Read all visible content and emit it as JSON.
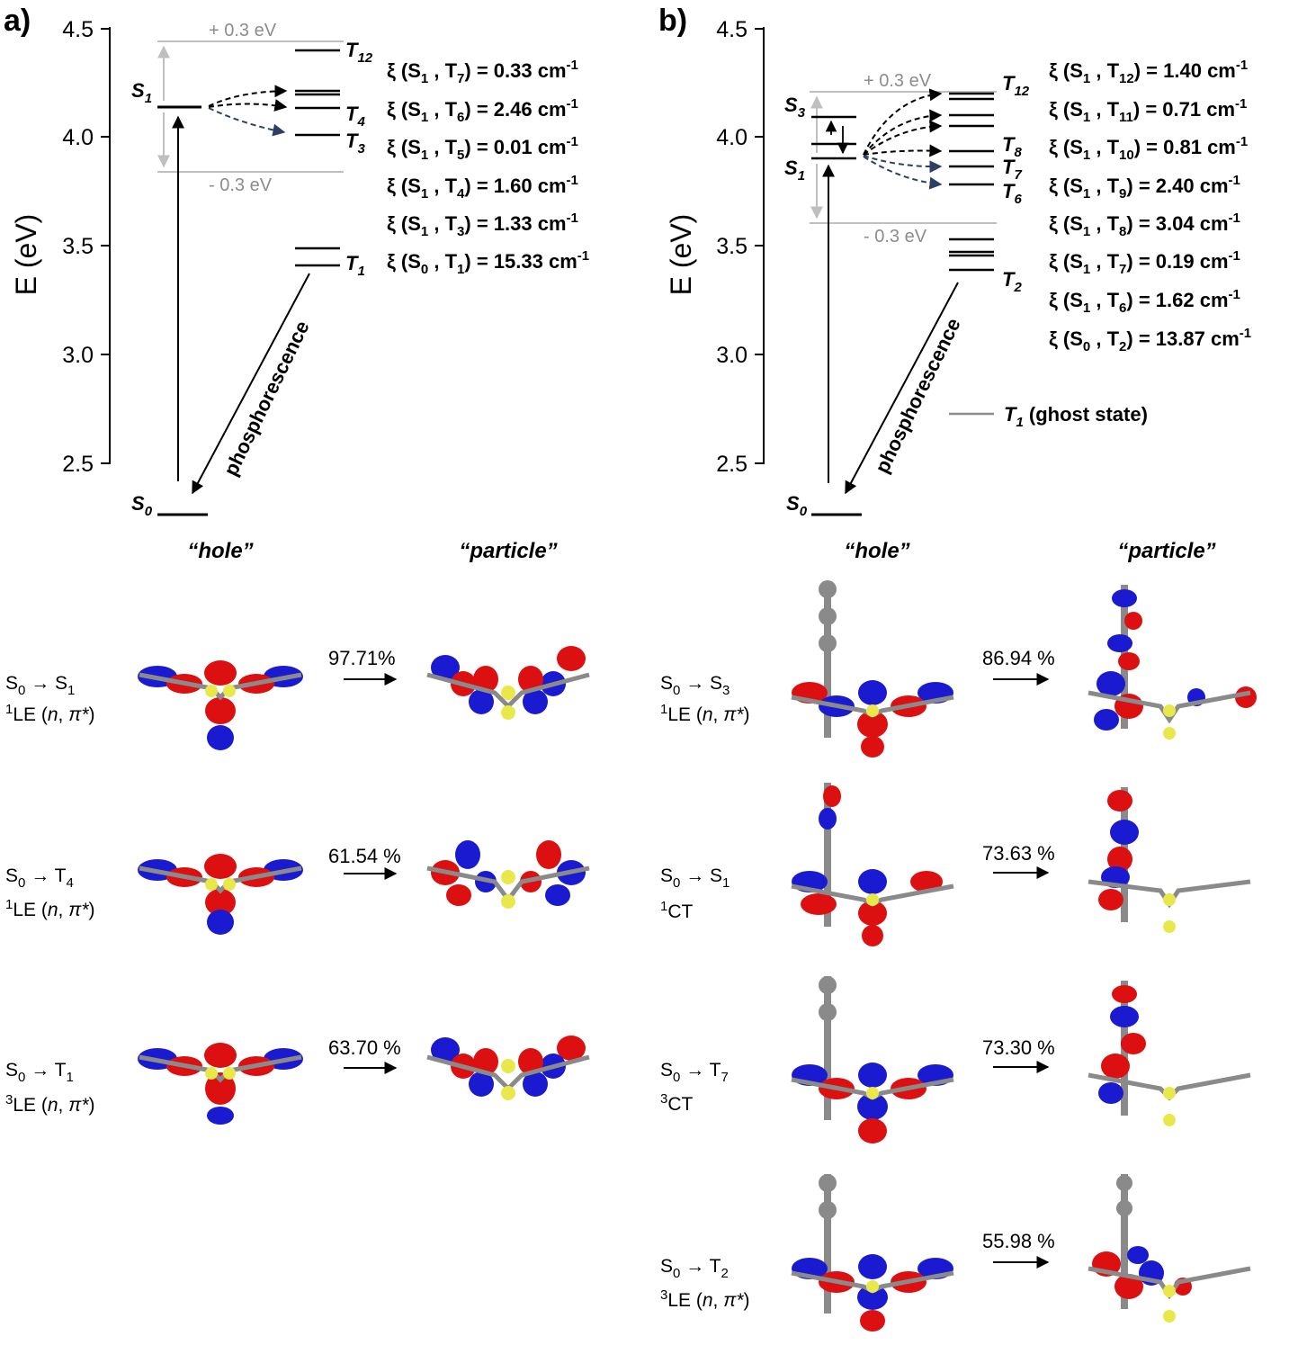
{
  "panel_a": {
    "label": "a)",
    "axis": {
      "title": "E (eV)",
      "ticks": [
        "4.5",
        "4.0",
        "3.5",
        "3.0",
        "2.5"
      ],
      "range": [
        2.5,
        4.5
      ]
    },
    "window": {
      "plus": "+ 0.3 eV",
      "minus": "- 0.3 eV"
    },
    "states": [
      {
        "name": "S",
        "sub": "0",
        "energy": 2.27
      },
      {
        "name": "S",
        "sub": "1",
        "energy": 4.14
      },
      {
        "name": "T",
        "sub": "12",
        "energy": 4.4
      },
      {
        "name": "T",
        "sub": "4",
        "energy": 4.14
      },
      {
        "name": "T",
        "sub": "3",
        "energy": 4.01
      },
      {
        "name": "T",
        "sub": "1",
        "energy": 3.42
      }
    ],
    "phosphorescence": "phosphorescence",
    "xi_list": [
      {
        "pre": "ξ (S",
        "a": "1",
        "mid": " , T",
        "b": "7",
        "post": ") = 0.33 cm",
        "sup": "-1"
      },
      {
        "pre": "ξ (S",
        "a": "1",
        "mid": " , T",
        "b": "6",
        "post": ") = 2.46 cm",
        "sup": "-1"
      },
      {
        "pre": "ξ (S",
        "a": "1",
        "mid": " , T",
        "b": "5",
        "post": ") = 0.01 cm",
        "sup": "-1"
      },
      {
        "pre": "ξ (S",
        "a": "1",
        "mid": " , T",
        "b": "4",
        "post": ") = 1.60 cm",
        "sup": "-1"
      },
      {
        "pre": "ξ (S",
        "a": "1",
        "mid": " , T",
        "b": "3",
        "post": ") = 1.33 cm",
        "sup": "-1"
      },
      {
        "pre": "ξ (S",
        "a": "0",
        "mid": " , T",
        "b": "1",
        "post": ") = 15.33 cm",
        "sup": "-1"
      }
    ],
    "headers": {
      "hole": "“hole”",
      "particle": "“particle”"
    },
    "transitions": [
      {
        "t1": "S",
        "s1": "0",
        "arrow": " → ",
        "t2": "S",
        "s2": "1",
        "sup": "1",
        "char": "LE (",
        "it": "n",
        "comma": ", ",
        "pi": "π*",
        "close": ")",
        "percent": "97.71%"
      },
      {
        "t1": "S",
        "s1": "0",
        "arrow": " → ",
        "t2": "T",
        "s2": "4",
        "sup": "1",
        "char": "LE (",
        "it": "n",
        "comma": ", ",
        "pi": "π*",
        "close": ")",
        "percent": "61.54 %"
      },
      {
        "t1": "S",
        "s1": "0",
        "arrow": " → ",
        "t2": "T",
        "s2": "1",
        "sup": "3",
        "char": "LE (",
        "it": "n",
        "comma": ", ",
        "pi": "π*",
        "close": ")",
        "percent": "63.70 %"
      }
    ]
  },
  "panel_b": {
    "label": "b)",
    "axis": {
      "title": "E (eV)",
      "ticks": [
        "4.5",
        "4.0",
        "3.5",
        "3.0",
        "2.5"
      ],
      "range": [
        2.5,
        4.5
      ]
    },
    "window": {
      "plus": "+ 0.3 eV",
      "minus": "- 0.3 eV"
    },
    "states": [
      {
        "name": "S",
        "sub": "0",
        "energy": 2.27
      },
      {
        "name": "S",
        "sub": "3",
        "energy": 4.09
      },
      {
        "name": "S",
        "sub": "1",
        "energy": 3.9
      },
      {
        "name": "T",
        "sub": "12",
        "energy": 4.19
      },
      {
        "name": "T",
        "sub": "8",
        "energy": 3.93
      },
      {
        "name": "T",
        "sub": "7",
        "energy": 3.86
      },
      {
        "name": "T",
        "sub": "6",
        "energy": 3.78
      },
      {
        "name": "T",
        "sub": "2",
        "energy": 3.39
      }
    ],
    "phosphorescence": "phosphorescence",
    "ghost": {
      "name": "T",
      "sub": "1",
      "text": " (ghost state)"
    },
    "xi_list": [
      {
        "pre": "ξ (S",
        "a": "1",
        "mid": " , T",
        "b": "12",
        "post": ") = 1.40 cm",
        "sup": "-1"
      },
      {
        "pre": "ξ (S",
        "a": "1",
        "mid": " , T",
        "b": "11",
        "post": ") = 0.71 cm",
        "sup": "-1"
      },
      {
        "pre": "ξ (S",
        "a": "1",
        "mid": " , T",
        "b": "10",
        "post": ") = 0.81 cm",
        "sup": "-1"
      },
      {
        "pre": "ξ (S",
        "a": "1",
        "mid": " , T",
        "b": "9",
        "post": ") = 2.40 cm",
        "sup": "-1"
      },
      {
        "pre": "ξ (S",
        "a": "1",
        "mid": " , T",
        "b": "8",
        "post": ") = 3.04 cm",
        "sup": "-1"
      },
      {
        "pre": "ξ (S",
        "a": "1",
        "mid": " , T",
        "b": "7",
        "post": ") = 0.19 cm",
        "sup": "-1"
      },
      {
        "pre": "ξ (S",
        "a": "1",
        "mid": " , T",
        "b": "6",
        "post": ") = 1.62 cm",
        "sup": "-1"
      },
      {
        "pre": "ξ (S",
        "a": "0",
        "mid": " , T",
        "b": "2",
        "post": ") = 13.87 cm",
        "sup": "-1"
      }
    ],
    "headers": {
      "hole": "“hole”",
      "particle": "“particle”"
    },
    "transitions": [
      {
        "t1": "S",
        "s1": "0",
        "arrow": " → ",
        "t2": "S",
        "s2": "3",
        "sup": "1",
        "char": "LE (",
        "it": "n",
        "comma": ", ",
        "pi": "π*",
        "close": ")",
        "percent": "86.94 %"
      },
      {
        "t1": "S",
        "s1": "0",
        "arrow": " → ",
        "t2": "S",
        "s2": "1",
        "sup": "1",
        "char": "CT",
        "it": "",
        "comma": "",
        "pi": "",
        "close": "",
        "percent": "73.63 %"
      },
      {
        "t1": "S",
        "s1": "0",
        "arrow": " → ",
        "t2": "T",
        "s2": "7",
        "sup": "3",
        "char": "CT",
        "it": "",
        "comma": "",
        "pi": "",
        "close": "",
        "percent": "73.30 %"
      },
      {
        "t1": "S",
        "s1": "0",
        "arrow": " → ",
        "t2": "T",
        "s2": "2",
        "sup": "3",
        "char": "LE (",
        "it": "n",
        "comma": ", ",
        "pi": "π*",
        "close": ")",
        "percent": "55.98 %"
      }
    ]
  },
  "colors": {
    "level": "#000000",
    "window_line": "#bfbfbf",
    "window_text": "#8c8c8c",
    "dashed_blue": "#2f3f63",
    "lobe_red": "#dc1010",
    "lobe_blue": "#1a1ad0",
    "carbon": "#8a8a8a",
    "sulfur": "#e8e84a",
    "hydrogen": "#efefef"
  }
}
